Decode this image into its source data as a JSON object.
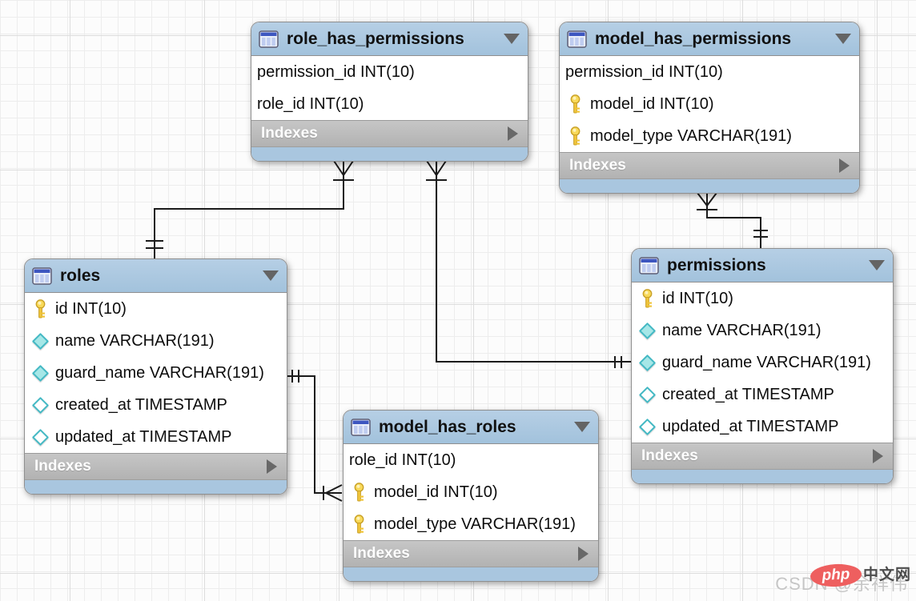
{
  "colors": {
    "table_header_blue": "#a9c6df",
    "indexes_bar_gray": "#b9b9b9",
    "key_icon_yellow": "#f2c94c",
    "diamond_cyan": "#7fd6d6",
    "connector_black": "#1b1b1b",
    "watermark_logo_red": "#ee5f5f"
  },
  "tables": [
    {
      "title": "role_has_permissions",
      "footer": "Indexes",
      "fields": [
        {
          "icon": "none",
          "text": "permission_id INT(10)"
        },
        {
          "icon": "none",
          "text": "role_id INT(10)"
        }
      ]
    },
    {
      "title": "model_has_permissions",
      "footer": "Indexes",
      "fields": [
        {
          "icon": "none",
          "text": "permission_id INT(10)"
        },
        {
          "icon": "key",
          "text": "model_id INT(10)"
        },
        {
          "icon": "key",
          "text": "model_type VARCHAR(191)"
        }
      ]
    },
    {
      "title": "roles",
      "footer": "Indexes",
      "fields": [
        {
          "icon": "key",
          "text": "id INT(10)"
        },
        {
          "icon": "diamond-filled",
          "text": "name VARCHAR(191)"
        },
        {
          "icon": "diamond-filled",
          "text": "guard_name VARCHAR(191)"
        },
        {
          "icon": "diamond-hollow",
          "text": "created_at TIMESTAMP"
        },
        {
          "icon": "diamond-hollow",
          "text": "updated_at TIMESTAMP"
        }
      ]
    },
    {
      "title": "permissions",
      "footer": "Indexes",
      "fields": [
        {
          "icon": "key",
          "text": "id INT(10)"
        },
        {
          "icon": "diamond-filled",
          "text": "name VARCHAR(191)"
        },
        {
          "icon": "diamond-filled",
          "text": "guard_name VARCHAR(191)"
        },
        {
          "icon": "diamond-hollow",
          "text": "created_at TIMESTAMP"
        },
        {
          "icon": "diamond-hollow",
          "text": "updated_at TIMESTAMP"
        }
      ]
    },
    {
      "title": "model_has_roles",
      "footer": "Indexes",
      "fields": [
        {
          "icon": "none",
          "text": "role_id INT(10)"
        },
        {
          "icon": "key",
          "text": "model_id INT(10)"
        },
        {
          "icon": "key",
          "text": "model_type VARCHAR(191)"
        }
      ]
    }
  ],
  "relationships": [
    {
      "from": "role_has_permissions",
      "to": "roles",
      "cardinality": "many-to-one"
    },
    {
      "from": "role_has_permissions",
      "to": "permissions",
      "cardinality": "many-to-one"
    },
    {
      "from": "model_has_permissions",
      "to": "permissions",
      "cardinality": "many-to-one"
    },
    {
      "from": "model_has_roles",
      "to": "roles",
      "cardinality": "many-to-one"
    }
  ],
  "watermark": {
    "text": "CSDN @余祥伟",
    "logo_text": "php",
    "logo_suffix": "中文网"
  }
}
